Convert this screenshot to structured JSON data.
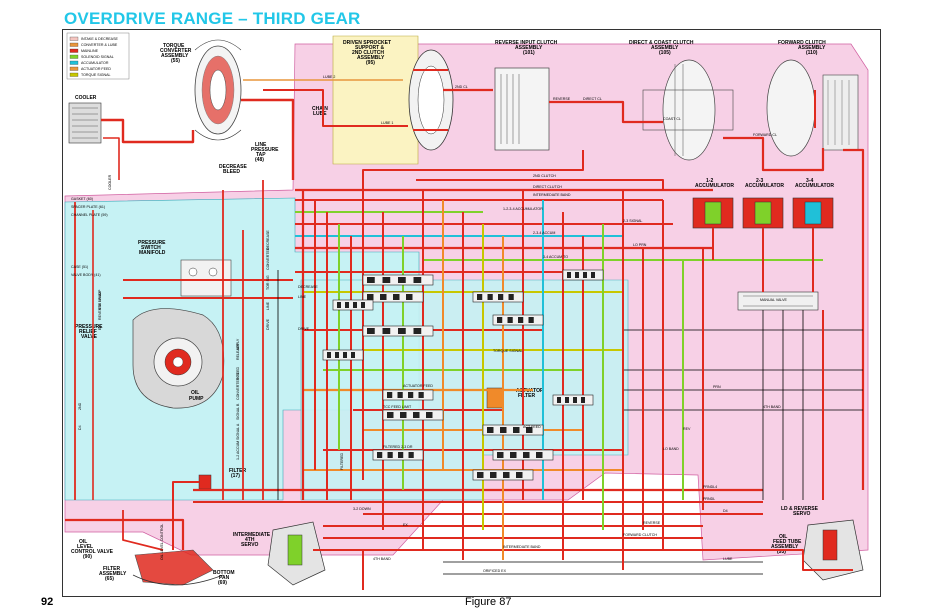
{
  "title": "OVERDRIVE RANGE – THIRD GEAR",
  "page_number": "92",
  "caption": "Figure 87",
  "colors": {
    "mainline": "#e02a1f",
    "converter": "#e8963c",
    "solenoid": "#7fd12a",
    "accumulator": "#20c0d8",
    "actuator": "#f08a2a",
    "torque_signal": "#c7c700",
    "pink_bg": "#f7d0e6",
    "cyan_bg": "#c6f2f4",
    "yellow_bg": "#fbf3c2",
    "exhaust": "#000000"
  },
  "legend": [
    {
      "label": "INTAKE & DECREASE",
      "pattern": "hatched"
    },
    {
      "label": "CONVERTER & LUBE",
      "pattern": "orange"
    },
    {
      "label": "MAINLINE",
      "pattern": "red"
    },
    {
      "label": "SOLENOID SIGNAL",
      "pattern": "green"
    },
    {
      "label": "ACCUMULATOR",
      "pattern": "cyan"
    },
    {
      "label": "ACTUATOR FEED",
      "pattern": "orange"
    },
    {
      "label": "TORQUE SIGNAL",
      "pattern": "yellow"
    }
  ],
  "components": {
    "torque_converter": [
      "TORQUE",
      "CONVERTER",
      "ASSEMBLY",
      "(55)"
    ],
    "driven_sprocket": [
      "DRIVEN SPROCKET",
      "SUPPORT &",
      "2ND CLUTCH",
      "ASSEMBLY",
      "(95)"
    ],
    "reverse_input": [
      "REVERSE INPUT CLUTCH",
      "ASSEMBLY",
      "(101)"
    ],
    "direct_coast": [
      "DIRECT & COAST CLUTCH",
      "ASSEMBLY",
      "(105)"
    ],
    "forward_clutch": [
      "FORWARD CLUTCH",
      "ASSEMBLY",
      "(110)"
    ],
    "cooler": "COOLER",
    "chain_lube": [
      "CHAIN",
      "LUBE"
    ],
    "line_pressure_tap": [
      "LINE",
      "PRESSURE",
      "TAP",
      "(48)"
    ],
    "decrease_bleed": [
      "DECREASE",
      "BLEED"
    ],
    "pressure_switch": [
      "PRESSURE",
      "SWITCH",
      "MANIFOLD"
    ],
    "pressure_relief": [
      "PRESSURE",
      "RELIEF",
      "VALVE"
    ],
    "oil_pump": [
      "OIL",
      "PUMP"
    ],
    "acc_1_2": [
      "1-2",
      "ACCUMULATOR"
    ],
    "acc_2_3": [
      "2-3",
      "ACCUMULATOR"
    ],
    "acc_3_4": [
      "3-4",
      "ACCUMULATOR"
    ],
    "manual_valve": "MANUAL VALVE",
    "actuator_filter": [
      "ACTUATOR",
      "FILTER"
    ],
    "filter_17": [
      "FILTER",
      "(17)"
    ],
    "oil_level_valve": [
      "OIL",
      "LEVEL",
      "CONTROL VALVE",
      "(90)"
    ],
    "filter_assembly": [
      "FILTER",
      "ASSEMBLY",
      "(65)"
    ],
    "bottom_pan": [
      "BOTTOM",
      "PAN",
      "(69)"
    ],
    "intermediate_servo": [
      "INTERMEDIATE",
      "4TH",
      "SERVO"
    ],
    "ld_reverse_servo": [
      "LD & REVERSE",
      "SERVO"
    ],
    "oil_feed_tube": [
      "OIL",
      "FEED TUBE",
      "ASSEMBLY",
      "(53)"
    ]
  },
  "line_labels": {
    "top_row": [
      "2ND CL",
      "REVERSE",
      "DIRECT CL",
      "COAST CL",
      "FORWARD CL",
      "LUBE 1",
      "LUBE 2"
    ],
    "band_row": [
      "2ND CLUTCH",
      "DIRECT CLUTCH",
      "INTERMEDIATE BAND"
    ],
    "accum_row": [
      "1-2-3-4 ACCUMULATOR",
      "2-3-4 ACCUM",
      "2-3 SIGNAL",
      "3-4 ACCUM TO",
      "LO PRN"
    ],
    "mid_row": [
      "TORQUE SIGNAL",
      "ACTUATOR FEED",
      "ACT FEED",
      "FILTERED 2-3 DR",
      "TCC FEED LIMIT",
      "DECREASE",
      "LINE",
      "DRIVE"
    ],
    "lower_row": [
      "PRN",
      "4TH BAND",
      "LO BAND",
      "REV",
      "PRNDL4",
      "PRNDL",
      "D4",
      "3-2 DOWN"
    ],
    "bottom_row": [
      "REVERSE",
      "FORWARD CLUTCH",
      "INTERMEDIATE BAND",
      "4TH BAND",
      "ORIFICED EX",
      "EX",
      "LUBE"
    ],
    "plates": [
      "GASKET (60)",
      "SPACER PLATE (61)",
      "CHANNEL PLATE (59)",
      "CASE (51)",
      "VALVE BODY (41)"
    ],
    "left_labels": [
      "EX",
      "REVERSE",
      "4TH BAND",
      "PUMP",
      "DRIVE",
      "LINE",
      "TOR SIG",
      "CONVERTER",
      "DECREASE",
      "D4",
      "2ND",
      "OIL LEVEL CONTROL",
      "1-2 ACCUM",
      "SIGNAL A",
      "SIGNAL B",
      "CONVERTER FEED",
      "TCC",
      "RELEASE",
      "APPLY",
      "COOLER",
      "FILTERED"
    ]
  }
}
